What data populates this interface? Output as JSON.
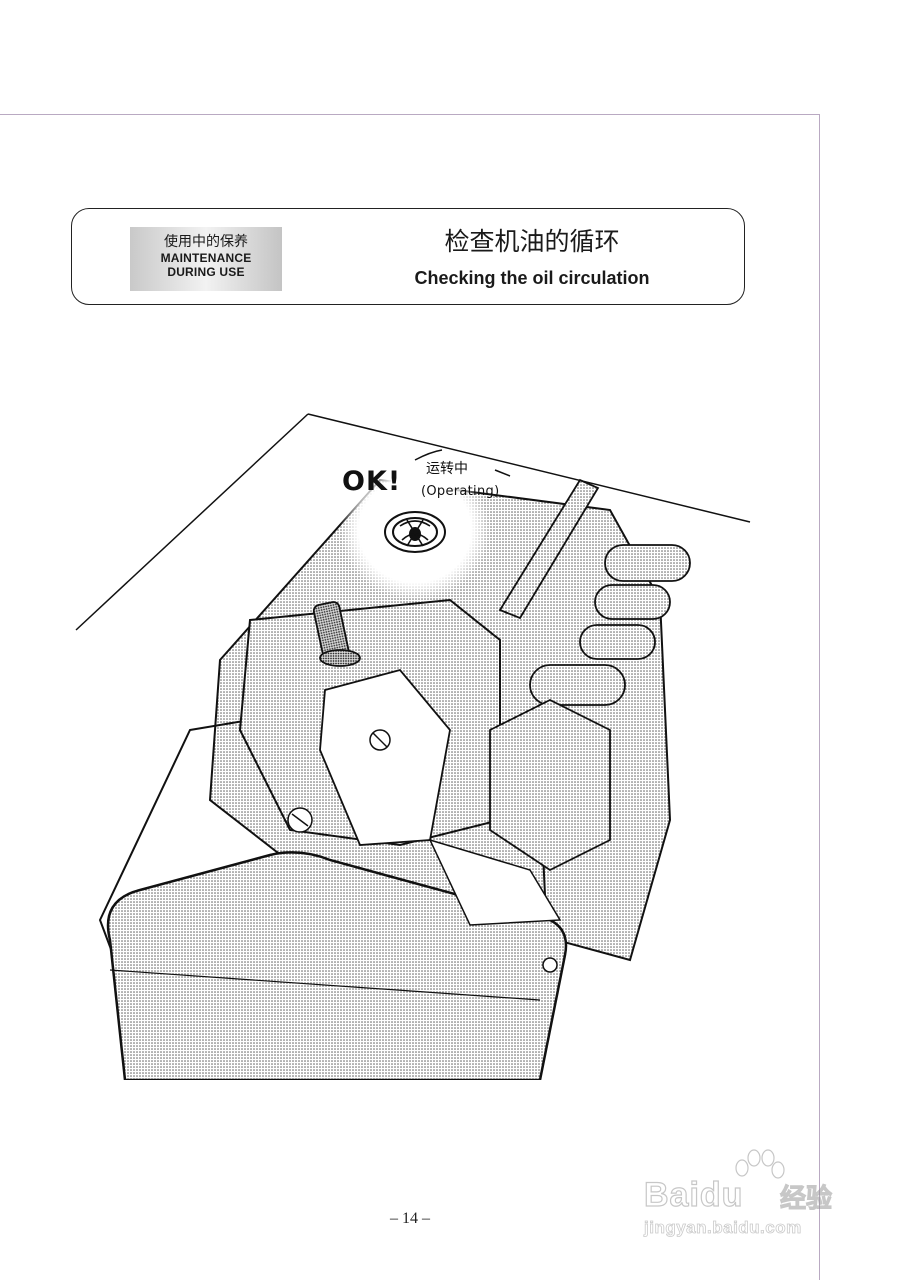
{
  "header": {
    "badge": {
      "label_cn": "使用中的保养",
      "label_en_line1": "MAINTENANCE",
      "label_en_line2": "DURING USE"
    },
    "title_cn": "检查机油的循环",
    "title_en": "Checking the oil circulation"
  },
  "illustration": {
    "subject": "overlock sewing machine, top view with oil sight window",
    "callout_ok": "OK!",
    "callout_state_cn": "运转中",
    "callout_state_en": "(Operating)",
    "icons": [
      "oil-sight-window-icon"
    ]
  },
  "footer": {
    "page_number": "– 14 –"
  },
  "watermark": {
    "logo_text": "Baidu",
    "logo_cn": "经验",
    "url": "jingyan.baidu.com"
  },
  "colors": {
    "frame_line": "#b9a9c2",
    "text": "#1a1a1a",
    "badge_gradient_edge": "#c9c9c9",
    "badge_gradient_center": "#f2f2f2"
  }
}
